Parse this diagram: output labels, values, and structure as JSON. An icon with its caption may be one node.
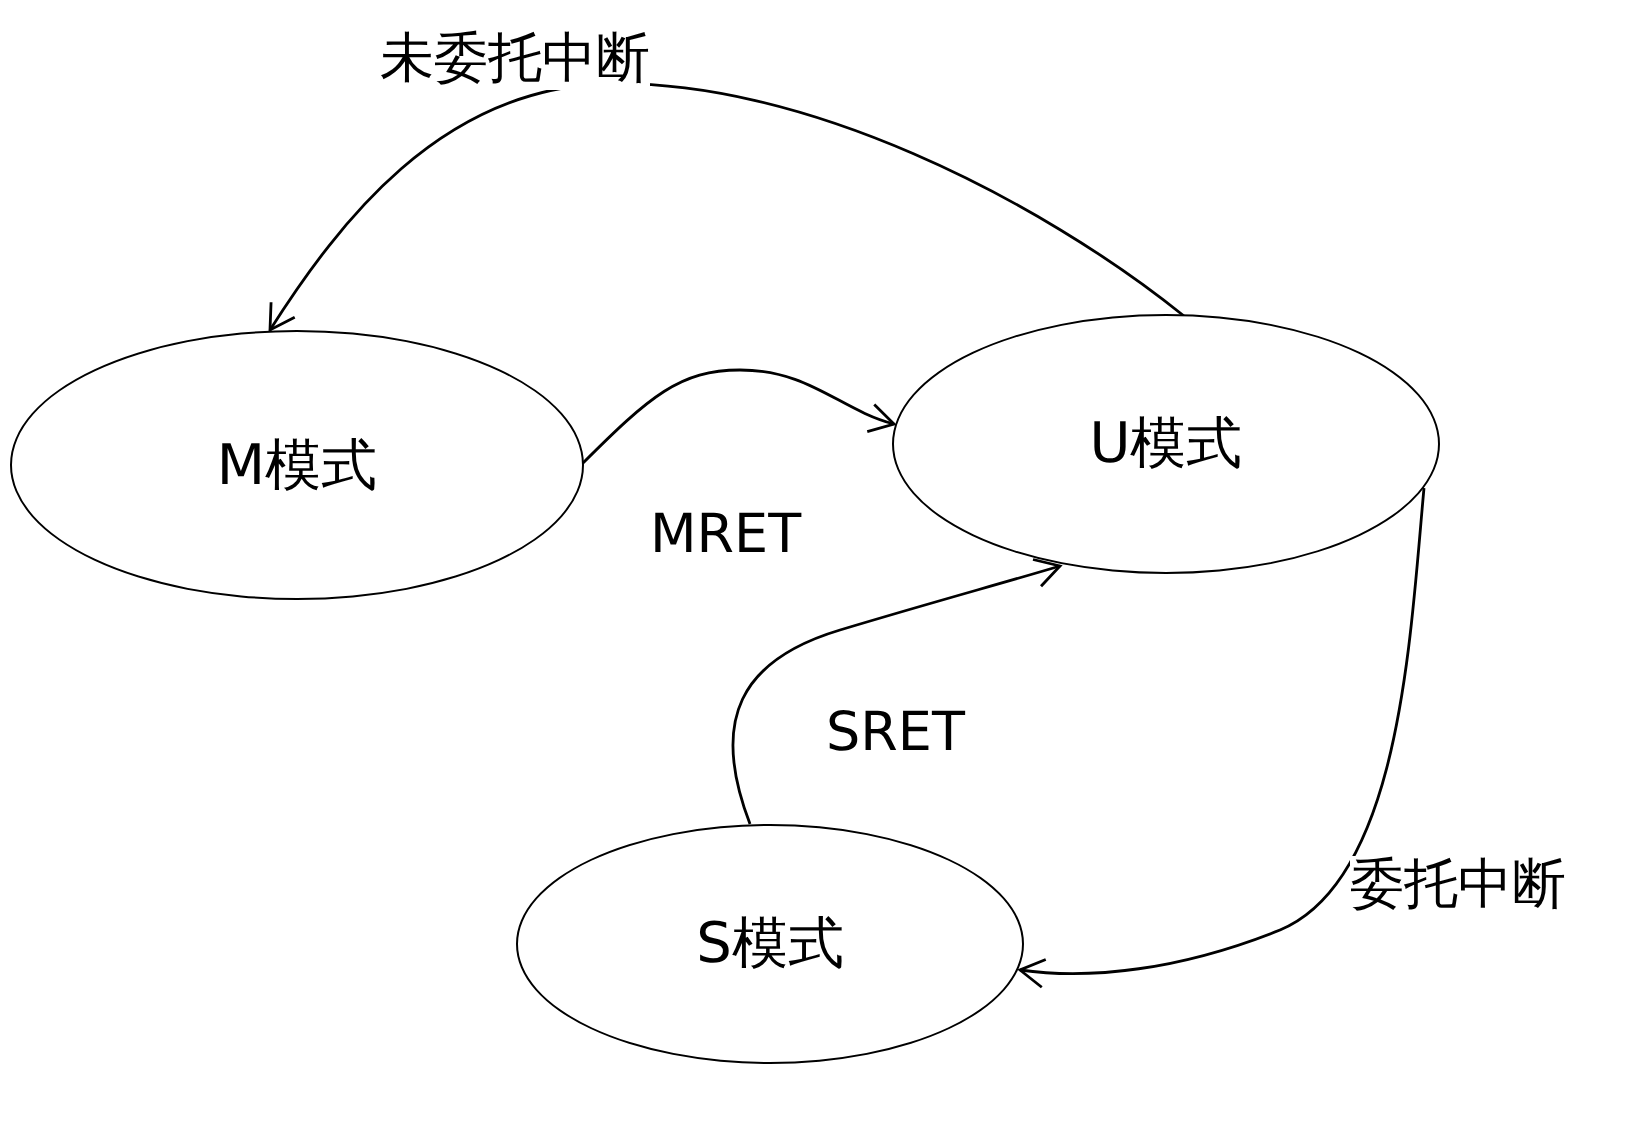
{
  "diagram": {
    "nodes": [
      {
        "text": [
          "M模式"
        ]
      },
      {
        "text": [
          "U模式"
        ]
      },
      {
        "text": [
          "S模式"
        ]
      }
    ],
    "edges": [
      {
        "from": 1,
        "to": 0,
        "arrow": "to",
        "label": "未委托中断"
      },
      {
        "from": 0,
        "to": 1,
        "arrow": "to",
        "label": "MRET"
      },
      {
        "from": 2,
        "to": 1,
        "arrow": "to",
        "label": "SRET"
      },
      {
        "from": 1,
        "to": 2,
        "arrow": "to",
        "label": "委托中断"
      }
    ]
  }
}
